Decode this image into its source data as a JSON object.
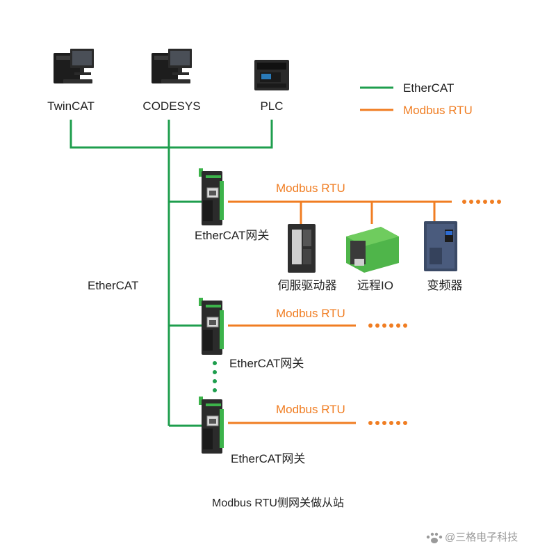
{
  "colors": {
    "ethercat": "#1e9e4d",
    "modbus": "#f07d22",
    "text": "#222222",
    "device_dark": "#2b2b2b",
    "terminal_green": "#3cb34a"
  },
  "top_nodes": {
    "twincat": "TwinCAT",
    "codesys": "CODESYS",
    "plc": "PLC"
  },
  "legend": {
    "ethercat": "EtherCAT",
    "modbus": "Modbus RTU"
  },
  "bus_label": "EtherCAT",
  "gateways": [
    {
      "label": "EtherCAT网关",
      "bus_label": "Modbus RTU"
    },
    {
      "label": "EtherCAT网关",
      "bus_label": "Modbus RTU"
    },
    {
      "label": "EtherCAT网关",
      "bus_label": "Modbus RTU"
    }
  ],
  "slaves": [
    {
      "label": "伺服驱动器",
      "icon": "servo-drive-icon"
    },
    {
      "label": "远程IO",
      "icon": "remote-io-icon"
    },
    {
      "label": "变频器",
      "icon": "inverter-icon"
    }
  ],
  "caption": "Modbus RTU侧网关做从站",
  "watermark": "@三格电子科技"
}
